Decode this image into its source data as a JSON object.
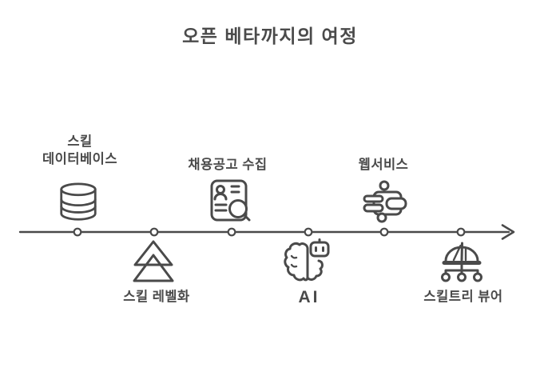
{
  "title": "오픈 베타까지의 여정",
  "colors": {
    "ink": "#4a4a4a",
    "background": "#ffffff",
    "node_fill": "#ffffff"
  },
  "timeline": {
    "direction": "left-to-right",
    "node_count": 6,
    "end": "arrowhead"
  },
  "milestones": [
    {
      "label_line1": "스킬",
      "label_line2": "데이터베이스",
      "icon": "database-icon",
      "side": "above"
    },
    {
      "label": "스킬 레벨화",
      "icon": "level-up-icon",
      "side": "below"
    },
    {
      "label": "채용공고 수집",
      "icon": "resume-search-icon",
      "side": "above"
    },
    {
      "label": "AI",
      "icon": "brain-robot-icon",
      "side": "below"
    },
    {
      "label": "웹서비스",
      "icon": "plugin-icon",
      "side": "above"
    },
    {
      "label": "스킬트리 뷰어",
      "icon": "tree-nodes-icon",
      "side": "below"
    }
  ]
}
